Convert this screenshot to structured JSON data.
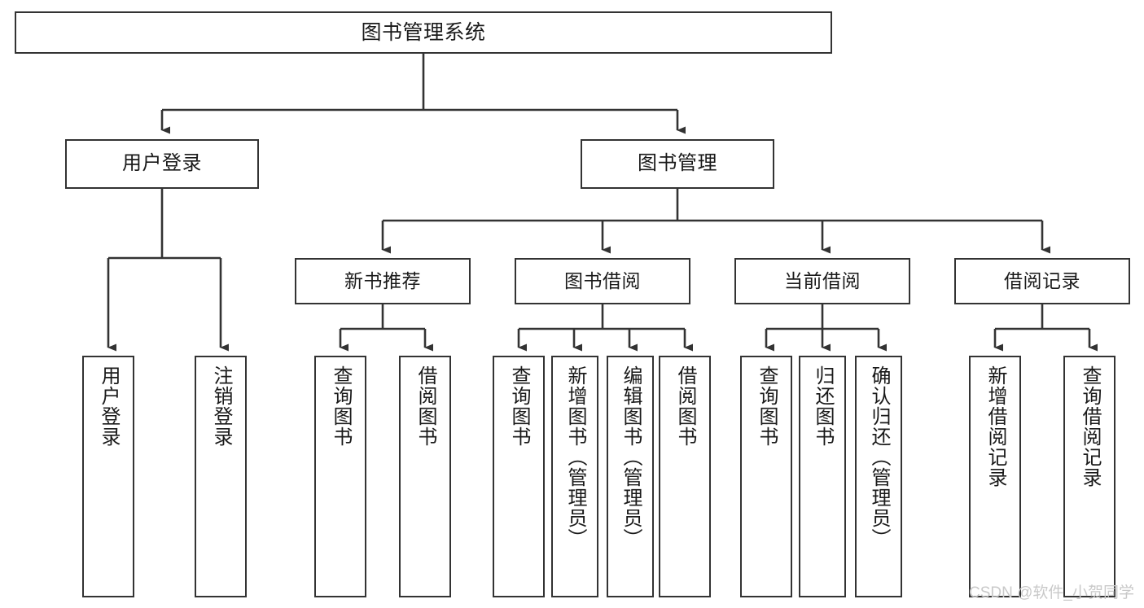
{
  "diagram": {
    "title": "图书管理系统",
    "type": "hierarchy-tree",
    "nodes": {
      "root": {
        "label": "图书管理系统",
        "level": 0
      },
      "user_login": {
        "label": "用户登录",
        "level": 1
      },
      "book_mgmt": {
        "label": "图书管理",
        "level": 1
      },
      "new_book_rec": {
        "label": "新书推荐",
        "level": 2
      },
      "book_borrow": {
        "label": "图书借阅",
        "level": 2
      },
      "current_borrow": {
        "label": "当前借阅",
        "level": 2
      },
      "borrow_record": {
        "label": "借阅记录",
        "level": 2
      },
      "leaf_user_login": {
        "label": "用户登录",
        "level": 3
      },
      "leaf_logout": {
        "label": "注销登录",
        "level": 3
      },
      "leaf_query_book_1": {
        "label": "查询图书",
        "level": 3
      },
      "leaf_borrow_book_1": {
        "label": "借阅图书",
        "level": 3
      },
      "leaf_query_book_2": {
        "label": "查询图书",
        "level": 3
      },
      "leaf_add_book": {
        "label": "新增图书（管理员）",
        "level": 3
      },
      "leaf_edit_book": {
        "label": "编辑图书（管理员）",
        "level": 3
      },
      "leaf_borrow_book_2": {
        "label": "借阅图书",
        "level": 3
      },
      "leaf_query_book_3": {
        "label": "查询图书",
        "level": 3
      },
      "leaf_return_book": {
        "label": "归还图书",
        "level": 3
      },
      "leaf_confirm_return": {
        "label": "确认归还（管理员）",
        "level": 3
      },
      "leaf_add_record": {
        "label": "新增借阅记录",
        "level": 3
      },
      "leaf_query_record": {
        "label": "查询借阅记录",
        "level": 3
      }
    },
    "edges": [
      {
        "from": "root",
        "to": "user_login"
      },
      {
        "from": "root",
        "to": "book_mgmt"
      },
      {
        "from": "user_login",
        "to": "leaf_user_login"
      },
      {
        "from": "user_login",
        "to": "leaf_logout"
      },
      {
        "from": "book_mgmt",
        "to": "new_book_rec"
      },
      {
        "from": "book_mgmt",
        "to": "book_borrow"
      },
      {
        "from": "book_mgmt",
        "to": "current_borrow"
      },
      {
        "from": "book_mgmt",
        "to": "borrow_record"
      },
      {
        "from": "new_book_rec",
        "to": "leaf_query_book_1"
      },
      {
        "from": "new_book_rec",
        "to": "leaf_borrow_book_1"
      },
      {
        "from": "book_borrow",
        "to": "leaf_query_book_2"
      },
      {
        "from": "book_borrow",
        "to": "leaf_add_book"
      },
      {
        "from": "book_borrow",
        "to": "leaf_edit_book"
      },
      {
        "from": "book_borrow",
        "to": "leaf_borrow_book_2"
      },
      {
        "from": "current_borrow",
        "to": "leaf_query_book_3"
      },
      {
        "from": "current_borrow",
        "to": "leaf_return_book"
      },
      {
        "from": "current_borrow",
        "to": "leaf_confirm_return"
      },
      {
        "from": "borrow_record",
        "to": "leaf_add_record"
      },
      {
        "from": "borrow_record",
        "to": "leaf_query_record"
      }
    ],
    "colors": {
      "box_border": "#333333",
      "box_fill": "#ffffff",
      "edge": "#333333",
      "text": "#1a1a1a",
      "watermark": "#c9c9c9"
    }
  },
  "watermark": {
    "text": "CSDN @软件_小贺同学"
  }
}
